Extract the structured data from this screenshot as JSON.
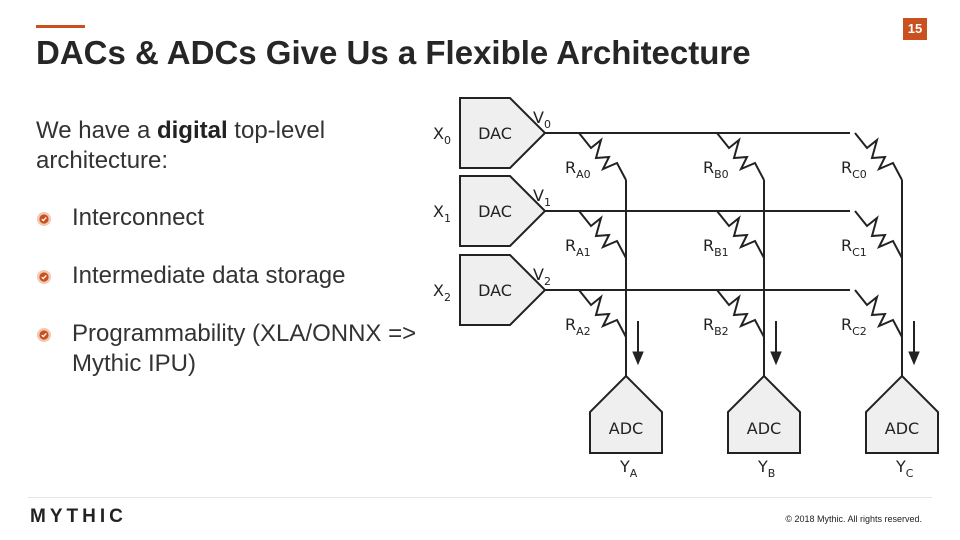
{
  "slide": {
    "page_number": "15",
    "title": "DACs & ADCs Give Us a Flexible Architecture",
    "intro_pre": "We have a ",
    "intro_bold": "digital",
    "intro_post": " top-level architecture:",
    "bullets": [
      {
        "text": "Interconnect"
      },
      {
        "text": "Intermediate data storage"
      },
      {
        "text": "Programmability (XLA/ONNX => Mythic IPU)"
      }
    ],
    "accent_color": "#c9511f"
  },
  "diagram": {
    "dac_label": "DAC",
    "adc_label": "ADC",
    "inputs": [
      {
        "x": "X",
        "x_sub": "0",
        "v": "V",
        "v_sub": "0"
      },
      {
        "x": "X",
        "x_sub": "1",
        "v": "V",
        "v_sub": "1"
      },
      {
        "x": "X",
        "x_sub": "2",
        "v": "V",
        "v_sub": "2"
      }
    ],
    "columns": [
      {
        "y": "Y",
        "y_sub": "A"
      },
      {
        "y": "Y",
        "y_sub": "B"
      },
      {
        "y": "Y",
        "y_sub": "C"
      }
    ],
    "resistors": [
      [
        {
          "r": "R",
          "sub": "A0"
        },
        {
          "r": "R",
          "sub": "B0"
        },
        {
          "r": "R",
          "sub": "C0"
        }
      ],
      [
        {
          "r": "R",
          "sub": "A1"
        },
        {
          "r": "R",
          "sub": "B1"
        },
        {
          "r": "R",
          "sub": "C1"
        }
      ],
      [
        {
          "r": "R",
          "sub": "A2"
        },
        {
          "r": "R",
          "sub": "B2"
        },
        {
          "r": "R",
          "sub": "C2"
        }
      ]
    ]
  },
  "footer": {
    "logo": "MYTHIC",
    "copyright": "© 2018 Mythic. All rights reserved."
  }
}
